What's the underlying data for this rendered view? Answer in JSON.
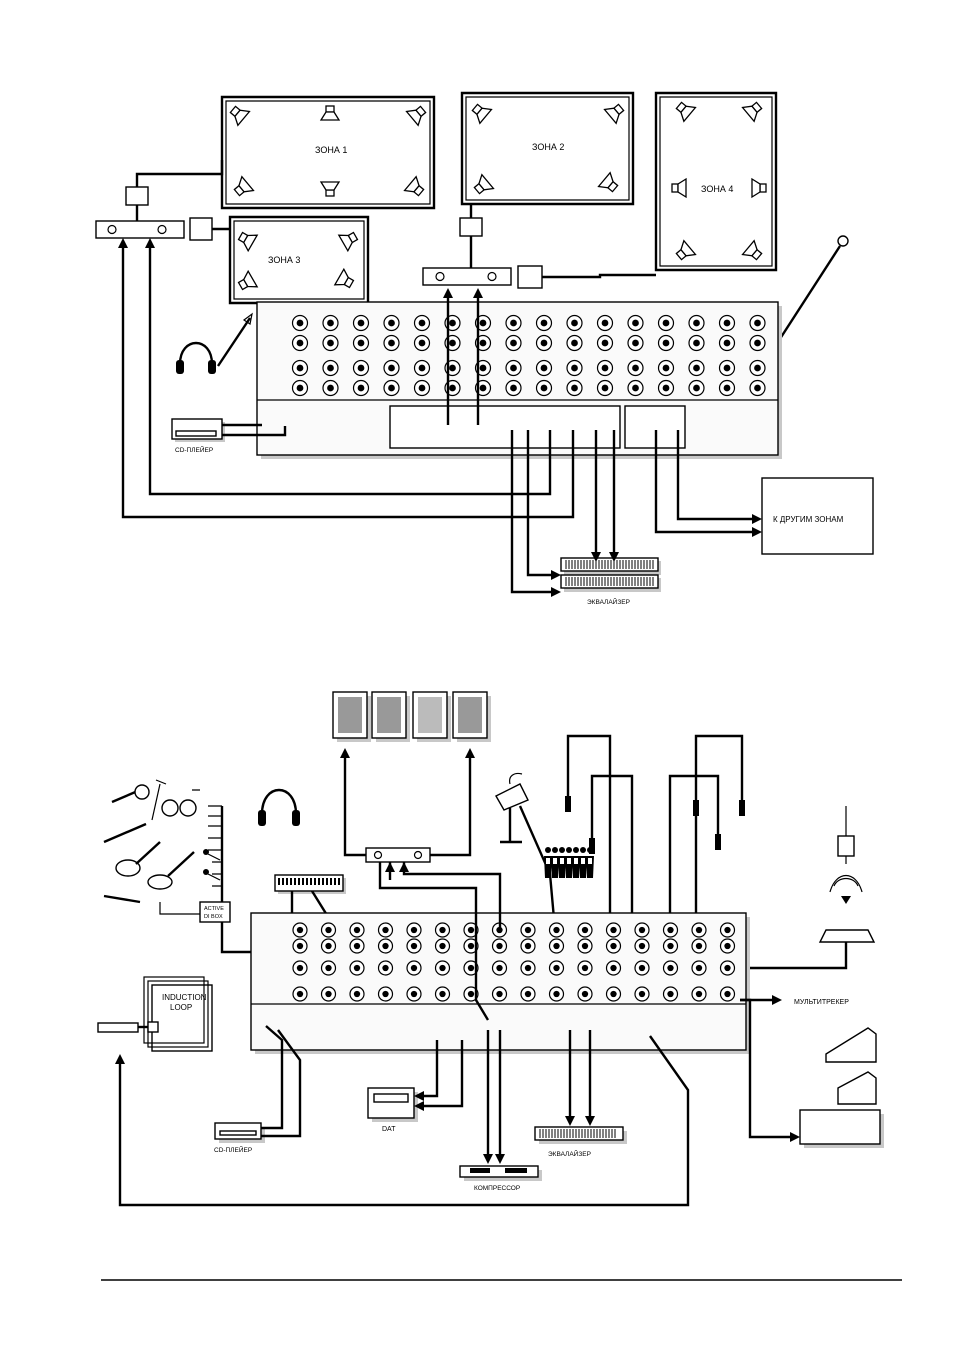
{
  "diagram1": {
    "zones": {
      "zone1": "ЗОНА 1",
      "zone2": "ЗОНА 2",
      "zone3": "ЗОНА 3",
      "zone4": "ЗОНА 4"
    },
    "cd_player": "CD-ПЛЕЙЕР",
    "other_zones": "К ДРУГИМ ЗОНАМ",
    "equalizer": "ЭКВАЛАЙЗЕР"
  },
  "diagram2": {
    "induction_loop": "INDUCTION\nLOOP",
    "active_di_box": "ACTIVE\nDI BOX",
    "multitrack": "МУЛЬТИТРЕКЕР",
    "dat": "DAT",
    "cd_player": "CD-ПЛЕЙЕР",
    "equalizer": "ЭКВАЛАЙЗЕР",
    "compressor": "КОМПРЕССОР"
  },
  "colors": {
    "ink": "#000000",
    "paper": "#ffffff",
    "shade": "#c8c8c8"
  }
}
